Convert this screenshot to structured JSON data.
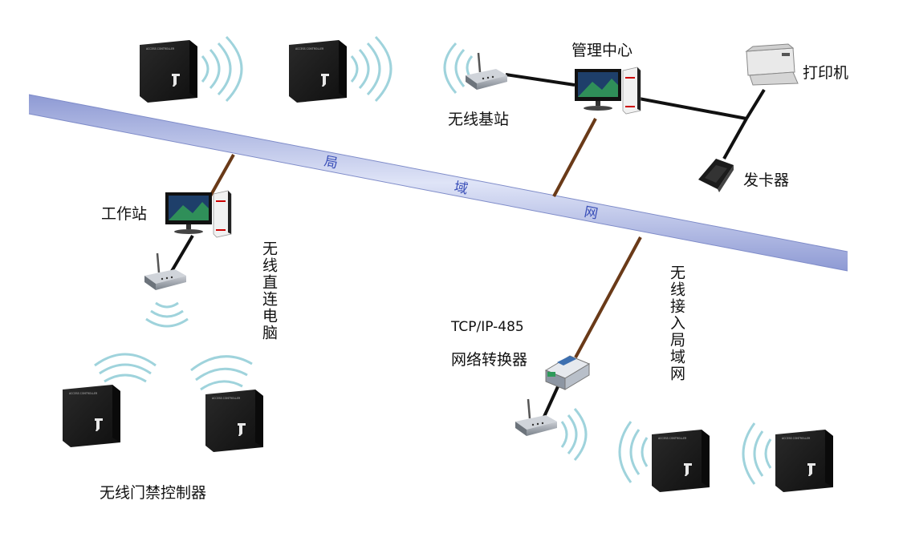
{
  "labels": {
    "lan_chars": [
      "局",
      "域",
      "网"
    ],
    "management_center": "管理中心",
    "printer": "打印机",
    "wireless_base_station": "无线基站",
    "card_issuer": "发卡器",
    "workstation": "工作站",
    "wireless_direct_pc": "无线直连电脑",
    "protocol": "TCP/IP-485",
    "network_converter": "网络转换器",
    "wireless_lan_access": "无线接入局域网",
    "wireless_access_controller": "无线门禁控制器",
    "controller_brand": "ACCESS CONTROLLER"
  },
  "colors": {
    "lan_band": "#b3bde6",
    "lan_band_edge": "#8e9ad4",
    "brown_cable": "#6a3a18",
    "black_cable": "#111111",
    "controller_body": "#1c1c1c",
    "wifi_wave": "#9fd3dc",
    "router_body": "#9aa0a8"
  },
  "icons": [
    "access-controller-icon",
    "wifi-wave-icon",
    "router-icon",
    "desktop-computer-icon",
    "printer-icon",
    "card-reader-icon",
    "converter-icon"
  ]
}
